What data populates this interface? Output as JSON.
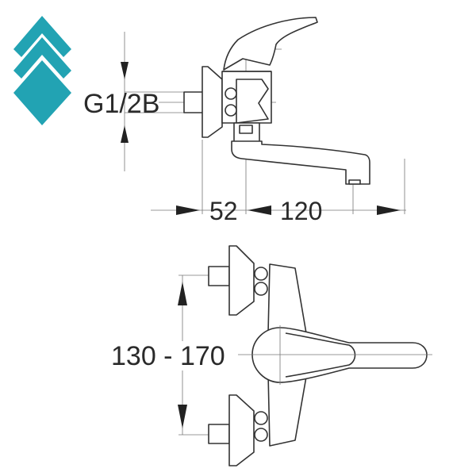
{
  "logo": {
    "name": "brand-logo",
    "color": "#22a3b3"
  },
  "side_view": {
    "thread_label": "G1/2B",
    "dim_wall_to_axis": "52",
    "dim_spout_reach": "120"
  },
  "top_view": {
    "dim_inlet_spacing": "130 - 170"
  },
  "colors": {
    "line": "#333333",
    "accent": "#22a3b3"
  }
}
